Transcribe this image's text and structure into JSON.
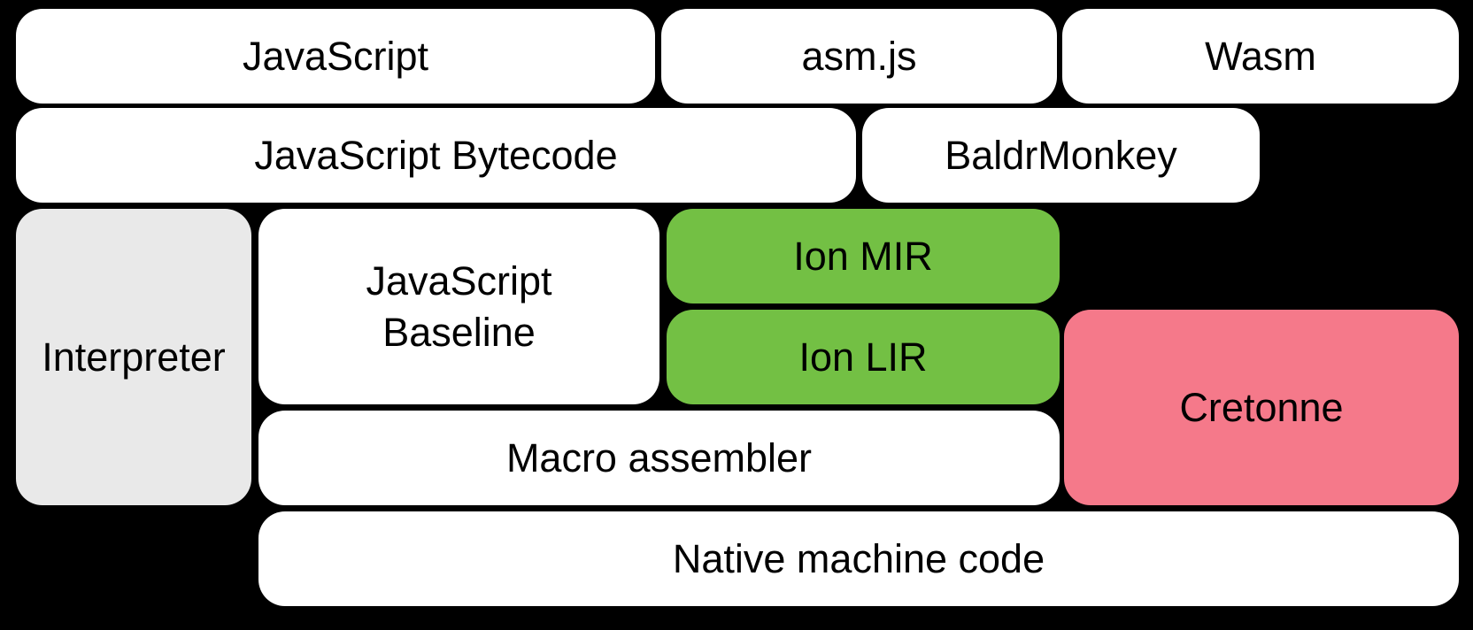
{
  "diagram": {
    "colors": {
      "background": "#000000",
      "text": "#000000",
      "box_white": "#ffffff",
      "box_gray": "#e9e9e9",
      "box_green": "#73c044",
      "box_pink": "#f5798a"
    },
    "nodes": [
      {
        "id": "javascript",
        "label": "JavaScript",
        "fill": "#ffffff"
      },
      {
        "id": "asmjs",
        "label": "asm.js",
        "fill": "#ffffff"
      },
      {
        "id": "wasm",
        "label": "Wasm",
        "fill": "#ffffff"
      },
      {
        "id": "javascript-bytecode",
        "label": "JavaScript Bytecode",
        "fill": "#ffffff"
      },
      {
        "id": "baldrmonkey",
        "label": "BaldrMonkey",
        "fill": "#ffffff"
      },
      {
        "id": "interpreter",
        "label": "Interpreter",
        "fill": "#e9e9e9"
      },
      {
        "id": "javascript-baseline",
        "label": "JavaScript\nBaseline",
        "fill": "#ffffff"
      },
      {
        "id": "ion-mir",
        "label": "Ion MIR",
        "fill": "#73c044"
      },
      {
        "id": "ion-lir",
        "label": "Ion LIR",
        "fill": "#73c044"
      },
      {
        "id": "cretonne",
        "label": "Cretonne",
        "fill": "#f5798a"
      },
      {
        "id": "macro-assembler",
        "label": "Macro assembler",
        "fill": "#ffffff"
      },
      {
        "id": "native-machine-code",
        "label": "Native machine code",
        "fill": "#ffffff"
      }
    ]
  }
}
